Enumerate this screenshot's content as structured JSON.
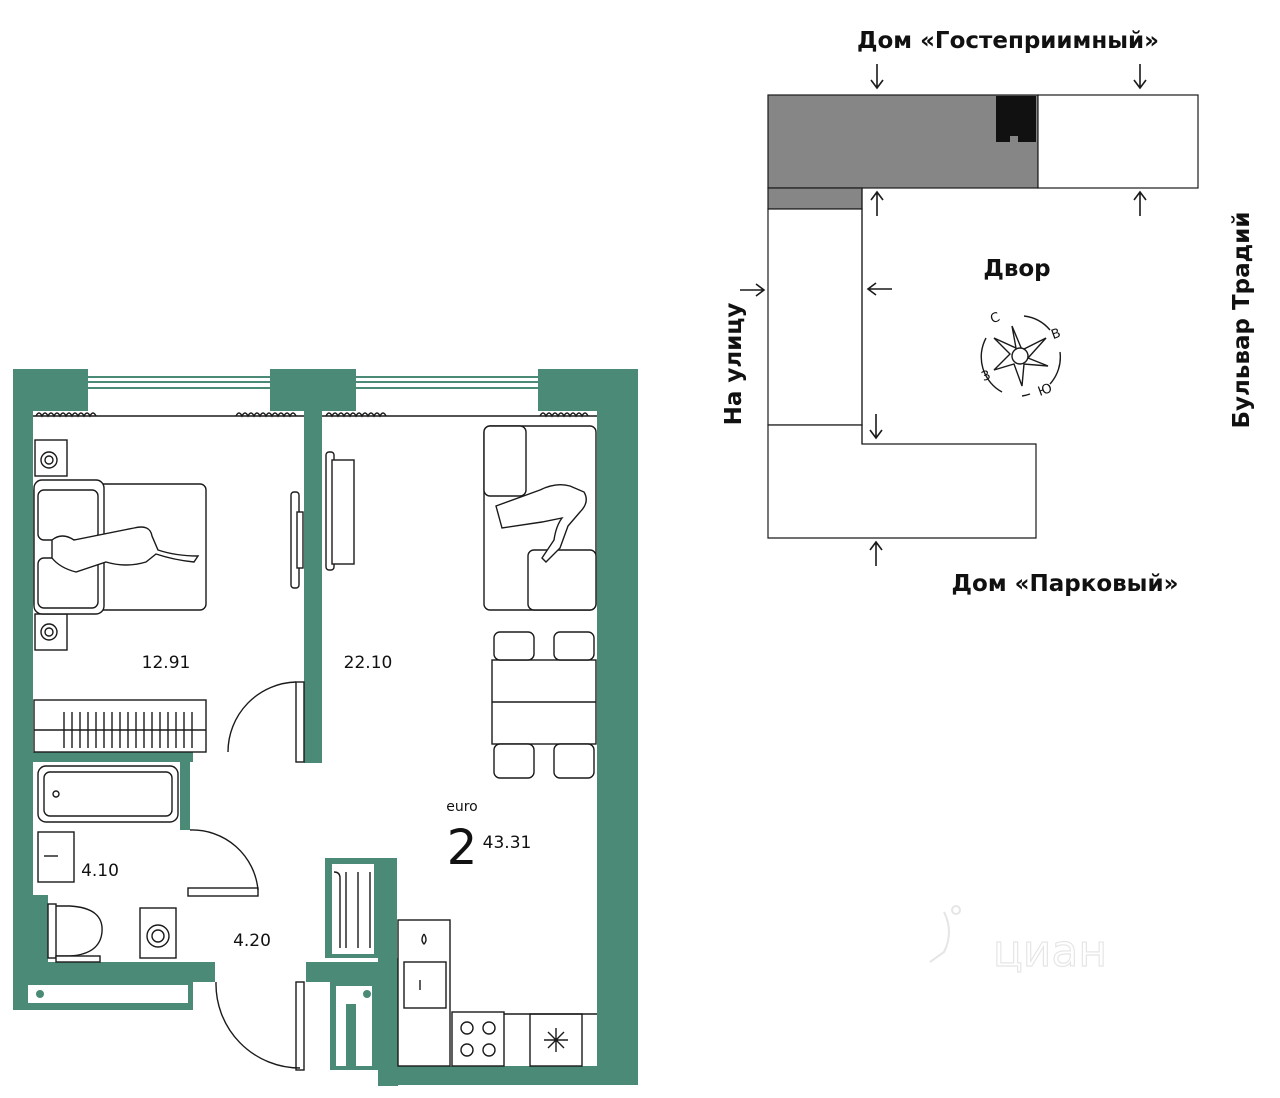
{
  "colors": {
    "wall": "#4a8a76",
    "line": "#1a1a1a",
    "furniture_fill": "#ffffff",
    "complex_fill": "#868686",
    "apartment_mark": "#111111",
    "background": "#ffffff"
  },
  "plan": {
    "type_prefix": "euro",
    "rooms_count": "2",
    "total_area": "43.31",
    "rooms": [
      {
        "name": "bedroom",
        "area": "12.91"
      },
      {
        "name": "living-kitchen",
        "area": "22.10"
      },
      {
        "name": "bathroom",
        "area": "4.10"
      },
      {
        "name": "hallway",
        "area": "4.20"
      }
    ]
  },
  "site_map": {
    "top_label": "Дом «Гостеприимный»",
    "bottom_label": "Дом «Парковый»",
    "left_label": "На улицу",
    "right_label": "Бульвар Традий",
    "courtyard_label": "Двор",
    "compass": {
      "north": "С",
      "east": "В",
      "south": "Ю",
      "west": "З"
    }
  },
  "watermark": {
    "text": "циан",
    "icon": "cian-logo-icon"
  }
}
